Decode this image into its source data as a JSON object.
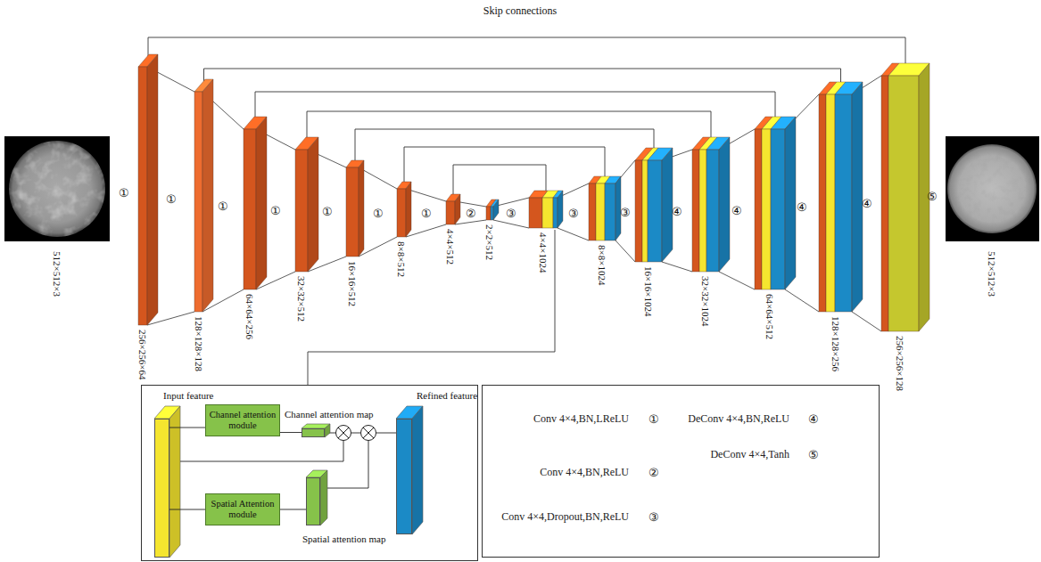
{
  "diagram": {
    "nodes": [
      {
        "text": [
          "Input feature"
        ]
      },
      {
        "text": [
          "Channel attention module"
        ]
      },
      {
        "text": [
          "Channel attention map"
        ]
      },
      {
        "text": [
          "Spatial Attention module"
        ]
      },
      {
        "text": [
          "Spatial attention map"
        ]
      },
      {
        "text": [
          "Refined feature"
        ]
      }
    ],
    "edges": [
      {
        "from": 0,
        "to": 1,
        "arrow": "none"
      },
      {
        "from": 1,
        "to": 2,
        "arrow": "none"
      },
      {
        "from": 0,
        "to": 3,
        "arrow": "none"
      },
      {
        "from": 3,
        "to": 4,
        "arrow": "none"
      }
    ],
    "labels": [
      "Skip connections",
      "512×512×3",
      "①",
      "①",
      "①",
      "①",
      "①",
      "①",
      "①",
      "②",
      "③",
      "③",
      "③",
      "④",
      "④",
      "④",
      "④",
      "⑤",
      "256×256×64",
      "128×128×128",
      "64×64×256",
      "32×32×512",
      "16×16×512",
      "8×8×512",
      "4×4×512",
      "2×2×512",
      "4×4×1024",
      "8×8×1024",
      "16×16×1024",
      "32×32×1024",
      "64×64×512",
      "128×128×256",
      "256×256×128",
      "512×512×3",
      "①",
      "②",
      "③",
      "④",
      "⑤"
    ],
    "legend": [
      {
        "text": "Conv 4×4,BN,LReLU"
      },
      {
        "text": "Conv 4×4,BN,ReLU"
      },
      {
        "text": "Conv 4×4,Dropout,BN,ReLU"
      },
      {
        "text": "DeConv 4×4,BN,ReLU"
      },
      {
        "text": "DeConv 4×4,Tanh"
      }
    ]
  }
}
